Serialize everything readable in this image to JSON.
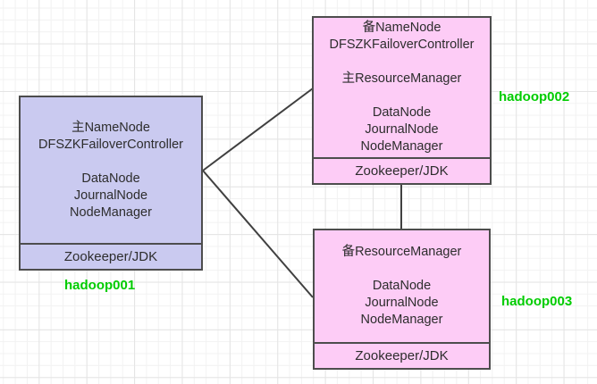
{
  "diagram": {
    "nodes": {
      "hadoop001": {
        "name": "hadoop001",
        "fill": "#cacaf0",
        "lines": [
          "主NameNode",
          "DFSZKFailoverController",
          "",
          "DataNode",
          "JournalNode",
          "NodeManager"
        ],
        "footer": "Zookeeper/JDK"
      },
      "hadoop002": {
        "name": "hadoop002",
        "fill": "#fdccf6",
        "lines": [
          "备NameNode",
          "DFSZKFailoverController",
          "",
          "主ResourceManager",
          "",
          "DataNode",
          "JournalNode",
          "NodeManager"
        ],
        "footer": "Zookeeper/JDK"
      },
      "hadoop003": {
        "name": "hadoop003",
        "fill": "#fdccf6",
        "lines": [
          "备ResourceManager",
          "",
          "DataNode",
          "JournalNode",
          "NodeManager"
        ],
        "footer": "Zookeeper/JDK"
      }
    },
    "connections": [
      {
        "from": "hadoop001",
        "to": "hadoop002"
      },
      {
        "from": "hadoop001",
        "to": "hadoop003"
      },
      {
        "from": "hadoop002",
        "to": "hadoop003"
      }
    ],
    "colors": {
      "node_blue_fill": "#cacaf0",
      "node_pink_fill": "#fdccf6",
      "node_border": "#4d4d4d",
      "connector_line": "#404040",
      "host_label_green": "#00cc00",
      "node_text": "#2d2d2d"
    }
  }
}
